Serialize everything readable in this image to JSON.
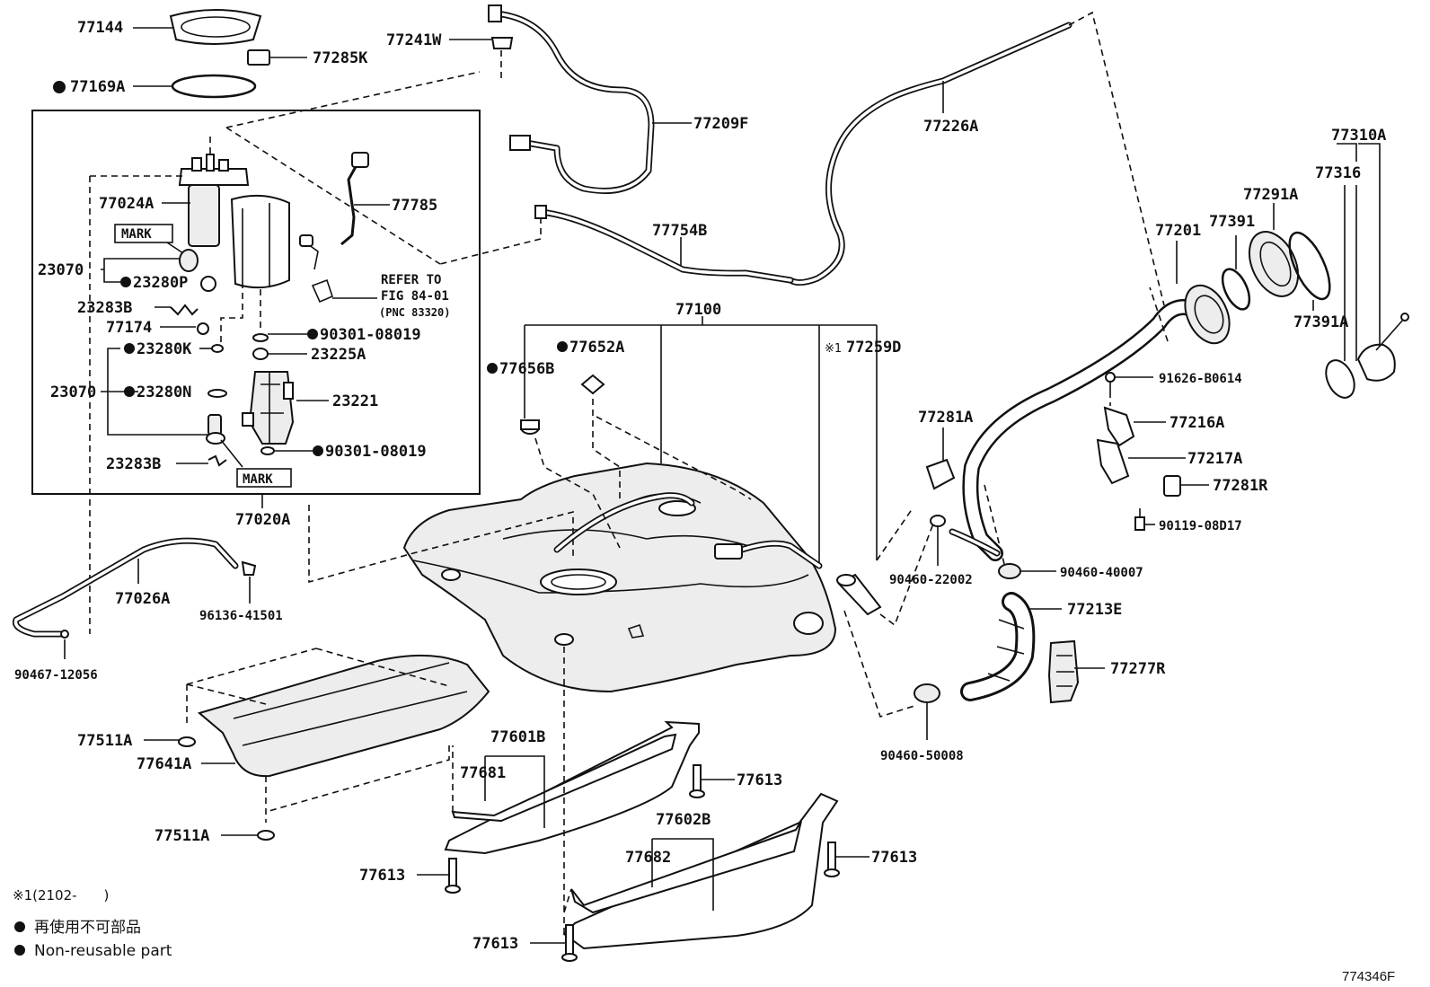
{
  "diagram": {
    "labels": {
      "p77144": "77144",
      "p77285K": "77285K",
      "p77169A": "77169A",
      "p77241W": "77241W",
      "p77209F": "77209F",
      "p77226A": "77226A",
      "p77310A": "77310A",
      "p77316": "77316",
      "p77291A": "77291A",
      "p77201": "77201",
      "p77391": "77391",
      "p77391A": "77391A",
      "p77024A": "77024A",
      "p77785": "77785",
      "mark1": "MARK",
      "p23070a": "23070",
      "p23280P": "23280P",
      "refer1": "REFER TO",
      "refer2": "FIG 84-01",
      "refer3": "(PNC 83320)",
      "p23283Ba": "23283B",
      "p77174": "77174",
      "p90301a": "90301-08019",
      "p23280K": "23280K",
      "p23225A": "23225A",
      "p23070b": "23070",
      "p23280N": "23280N",
      "p23221": "23221",
      "p90301b": "90301-08019",
      "p23283Bb": "23283B",
      "mark2": "MARK",
      "p77020A": "77020A",
      "p77754B": "77754B",
      "p77100": "77100",
      "p77652A": "77652A",
      "p77656B": "77656B",
      "p77259D": "77259D",
      "p91626": "91626-B0614",
      "p77216A": "77216A",
      "p77281A": "77281A",
      "p77217A": "77217A",
      "p77281R": "77281R",
      "p90119": "90119-08D17",
      "p90460_22002": "90460-22002",
      "p90460_40007": "90460-40007",
      "p77213E": "77213E",
      "p77277R": "77277R",
      "p90460_50008": "90460-50008",
      "p77026A": "77026A",
      "p96136": "96136-41501",
      "p90467": "90467-12056",
      "p77511Aa": "77511A",
      "p77641A": "77641A",
      "p77511Ab": "77511A",
      "p77601B": "77601B",
      "p77681": "77681",
      "p77613a": "77613",
      "p77602B": "77602B",
      "p77682": "77682",
      "p77613b": "77613",
      "p77613c": "77613",
      "p77613d": "77613"
    },
    "note_symbol": "※1",
    "footnote": {
      "date_note": "※1(2102-　　)",
      "jp_note": "再使用不可部品",
      "en_note": "Non-reusable part"
    },
    "figure_code": "774346F"
  }
}
